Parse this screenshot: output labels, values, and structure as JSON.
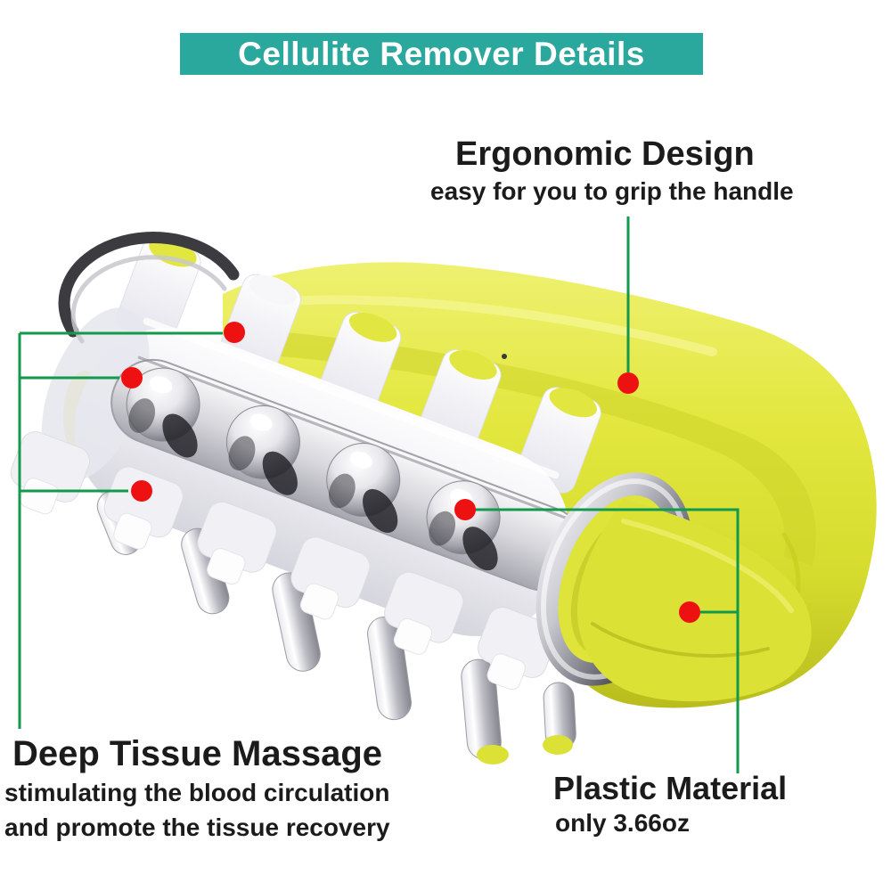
{
  "banner": {
    "label": "Cellulite Remover Details",
    "background": "#2ba89d",
    "text_color": "#ffffff"
  },
  "annotations": {
    "ergonomic": {
      "title": "Ergonomic Design",
      "subtitle": "easy for you to grip the handle"
    },
    "deep_tissue": {
      "title": "Deep Tissue Massage",
      "subtitle_line1": "stimulating the blood circulation",
      "subtitle_line2": "and promote the tissue recovery"
    },
    "plastic": {
      "title": "Plastic Material",
      "subtitle": "only 3.66oz"
    }
  },
  "colors": {
    "banner_teal": "#2ba89d",
    "callout_line_green": "#12994c",
    "callout_dot_red": "#ee1111",
    "product_yellow": "#dfe436",
    "product_white": "#f4f4f7",
    "chrome_gray": "#a9a9b2",
    "text_black": "#1b1b1b"
  }
}
